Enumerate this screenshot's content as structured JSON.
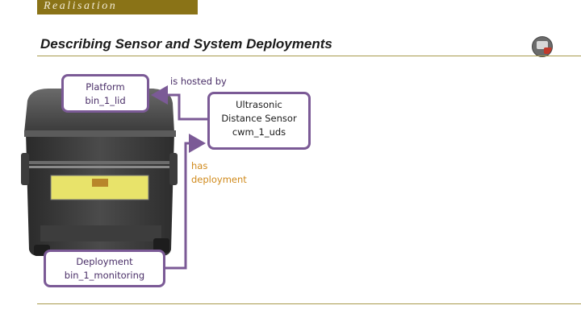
{
  "section": {
    "label": "Realisation"
  },
  "slide": {
    "title": "Describing Sensor and System Deployments"
  },
  "nodes": {
    "platform": {
      "line1": "Platform",
      "line2": "bin_1_lid"
    },
    "sensor": {
      "line1": "Ultrasonic",
      "line2": "Distance Sensor",
      "line3": "cwm_1_uds"
    },
    "deployment": {
      "line1": "Deployment",
      "line2": "bin_1_monitoring"
    }
  },
  "relations": {
    "hosted_by": "is hosted by",
    "has_deployment_line1": "has",
    "has_deployment_line2": "deployment"
  },
  "colors": {
    "section_bar": "#8a7317",
    "node_border": "#7b5a96",
    "relation_hosted": "#4a2f68",
    "relation_deployment": "#d08a1c",
    "rule": "#a89a4d"
  },
  "icons": {
    "logo": "university-logo-icon"
  }
}
